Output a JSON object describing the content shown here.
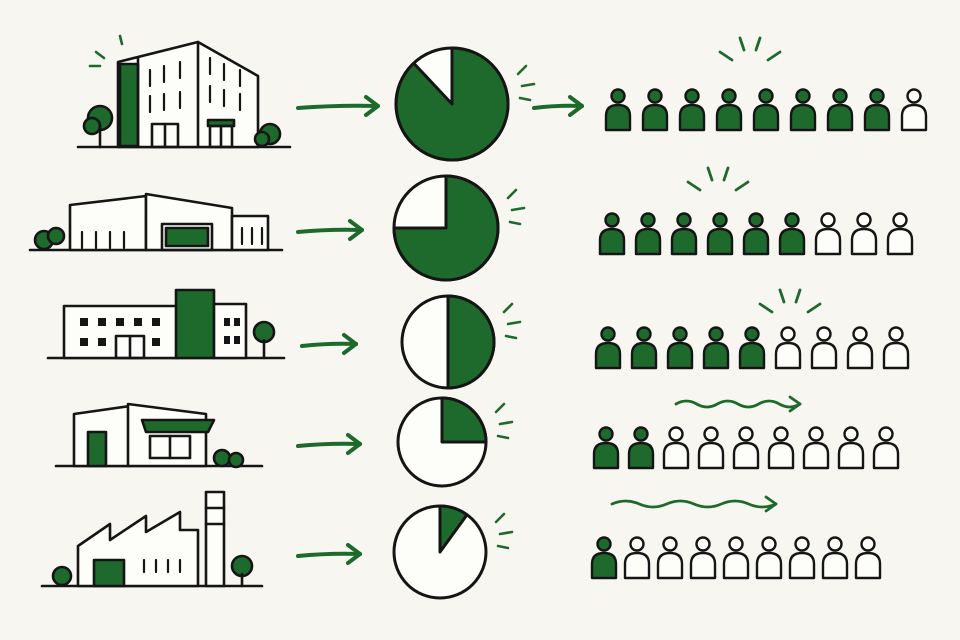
{
  "colors": {
    "ink": "#151515",
    "accent": "#1e6a2c",
    "background": "#f7f6f1"
  },
  "rows": [
    {
      "building": "office-tower",
      "pie_fraction": 0.88,
      "people_filled": 8,
      "people_total": 9,
      "marker": "burst"
    },
    {
      "building": "warehouse",
      "pie_fraction": 0.75,
      "people_filled": 6,
      "people_total": 9,
      "marker": "burst"
    },
    {
      "building": "office-block",
      "pie_fraction": 0.5,
      "people_filled": 5,
      "people_total": 9,
      "marker": "burst"
    },
    {
      "building": "small-shop",
      "pie_fraction": 0.25,
      "people_filled": 2,
      "people_total": 9,
      "marker": "wavy-arrow"
    },
    {
      "building": "factory",
      "pie_fraction": 0.1,
      "people_filled": 1,
      "people_total": 9,
      "marker": "wavy-arrow"
    }
  ]
}
